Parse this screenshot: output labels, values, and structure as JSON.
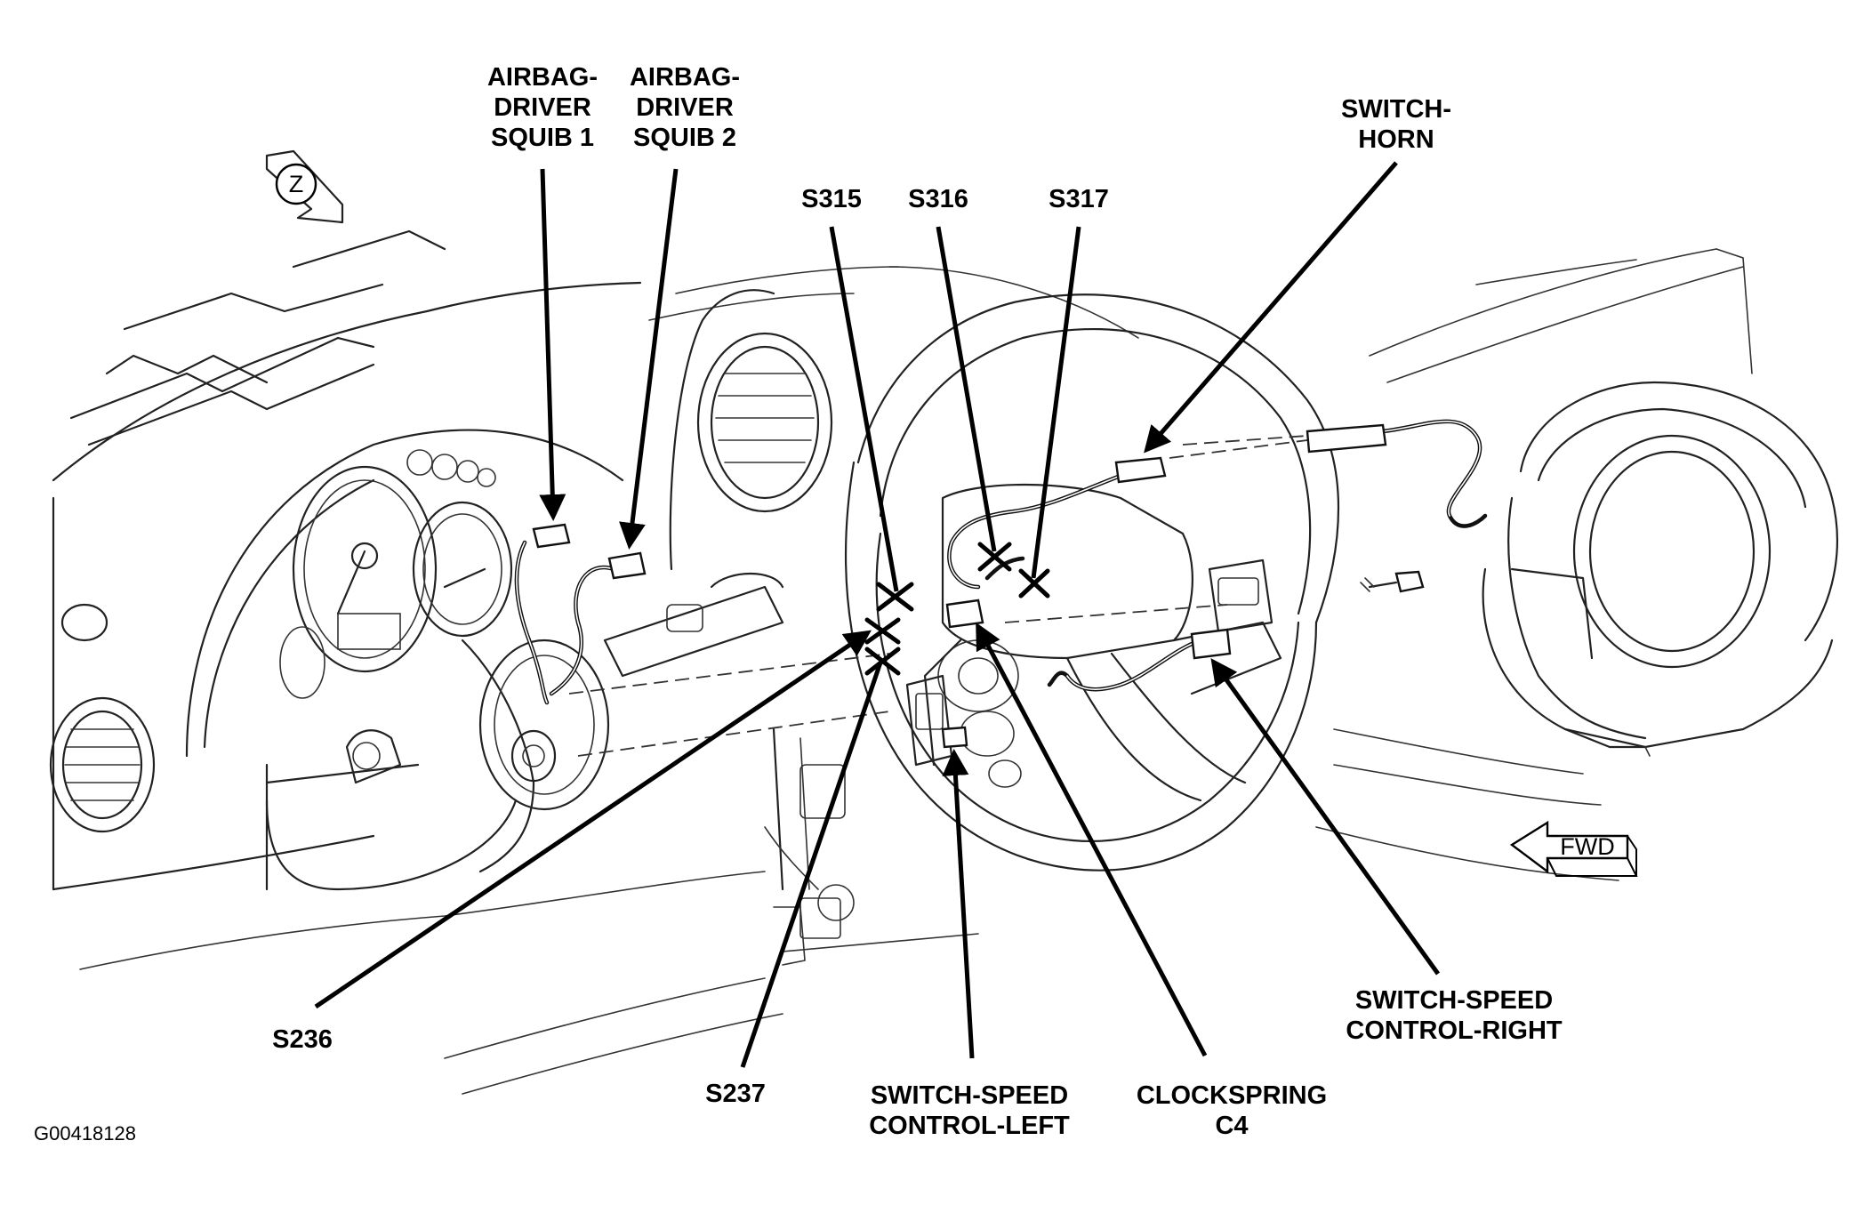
{
  "diagram": {
    "figure_id": "G00418128",
    "orientation": {
      "view_symbol": "Z",
      "forward_label": "FWD"
    },
    "labels": {
      "airbag_squib_1": [
        "AIRBAG-",
        "DRIVER",
        "SQUIB 1"
      ],
      "airbag_squib_2": [
        "AIRBAG-",
        "DRIVER",
        "SQUIB 2"
      ],
      "switch_horn": [
        "SWITCH-",
        "HORN"
      ],
      "s315": "S315",
      "s316": "S316",
      "s317": "S317",
      "s236": "S236",
      "s237": "S237",
      "switch_speed_left": [
        "SWITCH-SPEED",
        "CONTROL-LEFT"
      ],
      "clockspring": [
        "CLOCKSPRING",
        "C4"
      ],
      "switch_speed_right": [
        "SWITCH-SPEED",
        "CONTROL-RIGHT"
      ]
    }
  }
}
